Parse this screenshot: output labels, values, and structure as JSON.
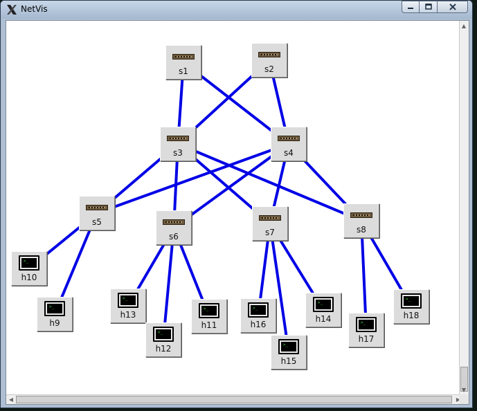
{
  "window": {
    "title": "NetVis"
  },
  "colors": {
    "link": "#0000e6",
    "node_bg": "#dcdcdc"
  },
  "icons": {
    "app": "x-logo-icon",
    "switch": "switch-icon",
    "host": "terminal-icon"
  },
  "switches": [
    {
      "id": "s1",
      "label": "s1"
    },
    {
      "id": "s2",
      "label": "s2"
    },
    {
      "id": "s3",
      "label": "s3"
    },
    {
      "id": "s4",
      "label": "s4"
    },
    {
      "id": "s5",
      "label": "s5"
    },
    {
      "id": "s6",
      "label": "s6"
    },
    {
      "id": "s7",
      "label": "s7"
    },
    {
      "id": "s8",
      "label": "s8"
    }
  ],
  "hosts": [
    {
      "id": "h9",
      "label": "h9"
    },
    {
      "id": "h10",
      "label": "h10"
    },
    {
      "id": "h11",
      "label": "h11"
    },
    {
      "id": "h12",
      "label": "h12"
    },
    {
      "id": "h13",
      "label": "h13"
    },
    {
      "id": "h14",
      "label": "h14"
    },
    {
      "id": "h15",
      "label": "h15"
    },
    {
      "id": "h16",
      "label": "h16"
    },
    {
      "id": "h17",
      "label": "h17"
    },
    {
      "id": "h18",
      "label": "h18"
    }
  ],
  "links": [
    [
      "s1",
      "s3"
    ],
    [
      "s1",
      "s4"
    ],
    [
      "s2",
      "s3"
    ],
    [
      "s2",
      "s4"
    ],
    [
      "s3",
      "s5"
    ],
    [
      "s3",
      "s6"
    ],
    [
      "s3",
      "s7"
    ],
    [
      "s3",
      "s8"
    ],
    [
      "s4",
      "s5"
    ],
    [
      "s4",
      "s6"
    ],
    [
      "s4",
      "s7"
    ],
    [
      "s4",
      "s8"
    ],
    [
      "s5",
      "h10"
    ],
    [
      "s5",
      "h9"
    ],
    [
      "s6",
      "h13"
    ],
    [
      "s6",
      "h12"
    ],
    [
      "s6",
      "h11"
    ],
    [
      "s7",
      "h16"
    ],
    [
      "s7",
      "h15"
    ],
    [
      "s7",
      "h14"
    ],
    [
      "s8",
      "h17"
    ],
    [
      "s8",
      "h18"
    ]
  ]
}
